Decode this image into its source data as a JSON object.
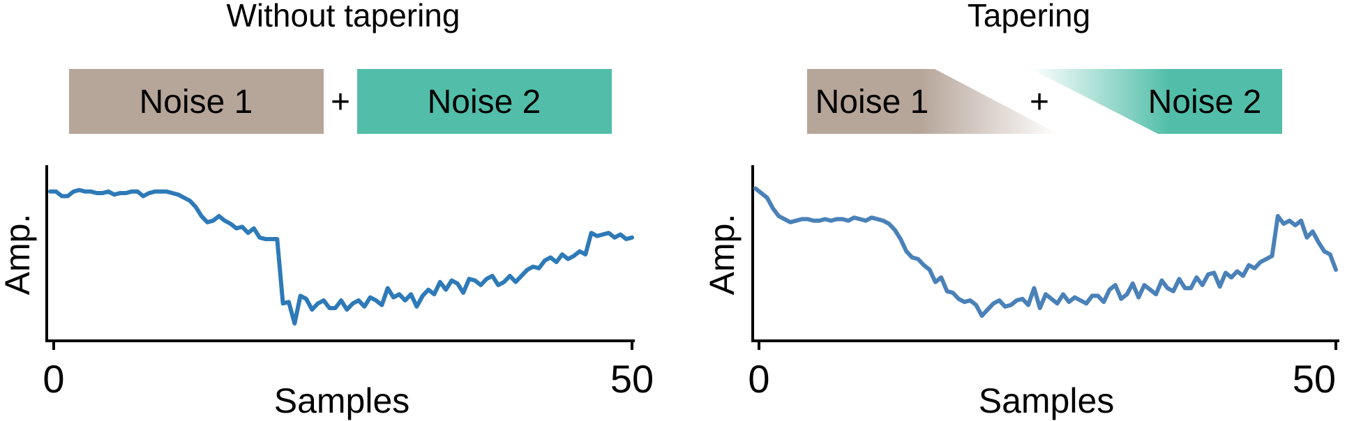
{
  "panels": [
    {
      "title": "Without tapering",
      "noise_1_label": "Noise 1",
      "plus_label": "+",
      "noise_2_label": "Noise 2",
      "noise_1_color": "#b6a599",
      "noise_2_color": "#52bea9",
      "tapered": false
    },
    {
      "title": "Tapering",
      "noise_1_label": "Noise 1",
      "plus_label": "+",
      "noise_2_label": "Noise 2",
      "noise_1_color": "#b6a599",
      "noise_2_color": "#52bea9",
      "tapered": true
    }
  ],
  "chart_data": [
    {
      "type": "line",
      "xlabel": "Samples",
      "ylabel": "Amp.",
      "xlim": [
        0,
        50
      ],
      "ylim": [
        0,
        1
      ],
      "xticks": [
        "0",
        "50"
      ],
      "line_color": "#2e7ab8",
      "x": [
        0,
        0.5,
        1,
        1.5,
        2,
        2.5,
        3,
        3.5,
        4,
        4.5,
        5,
        5.5,
        6,
        6.5,
        7,
        7.5,
        8,
        8.5,
        9,
        9.5,
        10,
        10.5,
        11,
        11.5,
        12,
        12.5,
        13,
        13.5,
        14,
        14.5,
        15,
        15.5,
        16,
        16.5,
        17,
        17.5,
        18,
        18.5,
        19,
        19.5,
        20,
        20.5,
        21,
        21.5,
        22,
        22.5,
        23,
        23.5,
        24,
        24.5,
        25,
        25.5,
        26,
        26.5,
        27,
        27.5,
        28,
        28.5,
        29,
        29.5,
        30,
        30.5,
        31,
        31.5,
        32,
        32.5,
        33,
        33.5,
        34,
        34.5,
        35,
        35.5,
        36,
        36.5,
        37,
        37.5,
        38,
        38.5,
        39,
        39.5,
        40,
        40.5,
        41,
        41.5,
        42,
        42.5,
        43,
        43.5,
        44,
        44.5,
        45,
        45.5,
        46,
        46.5,
        47,
        47.5,
        48,
        48.5,
        49,
        49.5,
        50
      ],
      "values": [
        0.91,
        0.91,
        0.88,
        0.88,
        0.91,
        0.92,
        0.91,
        0.91,
        0.9,
        0.9,
        0.91,
        0.89,
        0.9,
        0.9,
        0.91,
        0.91,
        0.88,
        0.9,
        0.91,
        0.91,
        0.91,
        0.9,
        0.89,
        0.87,
        0.85,
        0.81,
        0.75,
        0.71,
        0.72,
        0.75,
        0.72,
        0.7,
        0.67,
        0.68,
        0.64,
        0.67,
        0.61,
        0.6,
        0.6,
        0.6,
        0.18,
        0.19,
        0.05,
        0.23,
        0.21,
        0.14,
        0.18,
        0.2,
        0.15,
        0.15,
        0.2,
        0.14,
        0.18,
        0.2,
        0.16,
        0.22,
        0.2,
        0.17,
        0.28,
        0.22,
        0.24,
        0.2,
        0.24,
        0.16,
        0.23,
        0.27,
        0.24,
        0.32,
        0.27,
        0.33,
        0.31,
        0.25,
        0.34,
        0.33,
        0.3,
        0.34,
        0.36,
        0.3,
        0.32,
        0.36,
        0.32,
        0.36,
        0.4,
        0.42,
        0.41,
        0.46,
        0.48,
        0.45,
        0.5,
        0.47,
        0.49,
        0.52,
        0.5,
        0.64,
        0.62,
        0.63,
        0.64,
        0.61,
        0.63,
        0.6,
        0.61
      ]
    },
    {
      "type": "line",
      "xlabel": "Samples",
      "ylabel": "Amp.",
      "xlim": [
        0,
        50
      ],
      "ylim": [
        0,
        1
      ],
      "xticks": [
        "0",
        "50"
      ],
      "line_color": "#4a81b8",
      "x": [
        0,
        0.5,
        1,
        1.5,
        2,
        2.5,
        3,
        3.5,
        4,
        4.5,
        5,
        5.5,
        6,
        6.5,
        7,
        7.5,
        8,
        8.5,
        9,
        9.5,
        10,
        10.5,
        11,
        11.5,
        12,
        12.5,
        13,
        13.5,
        14,
        14.5,
        15,
        15.5,
        16,
        16.5,
        17,
        17.5,
        18,
        18.5,
        19,
        19.5,
        20,
        20.5,
        21,
        21.5,
        22,
        22.5,
        23,
        23.5,
        24,
        24.5,
        25,
        25.5,
        26,
        26.5,
        27,
        27.5,
        28,
        28.5,
        29,
        29.5,
        30,
        30.5,
        31,
        31.5,
        32,
        32.5,
        33,
        33.5,
        34,
        34.5,
        35,
        35.5,
        36,
        36.5,
        37,
        37.5,
        38,
        38.5,
        39,
        39.5,
        40,
        40.5,
        41,
        41.5,
        42,
        42.5,
        43,
        43.5,
        44,
        44.5,
        45,
        45.5,
        46,
        46.5,
        47,
        47.5,
        48,
        48.5,
        49,
        49.5,
        50
      ],
      "values": [
        0.93,
        0.9,
        0.87,
        0.8,
        0.75,
        0.73,
        0.71,
        0.72,
        0.73,
        0.73,
        0.72,
        0.72,
        0.73,
        0.72,
        0.73,
        0.73,
        0.72,
        0.74,
        0.73,
        0.72,
        0.74,
        0.73,
        0.72,
        0.7,
        0.66,
        0.6,
        0.52,
        0.48,
        0.47,
        0.43,
        0.4,
        0.32,
        0.35,
        0.26,
        0.25,
        0.21,
        0.19,
        0.2,
        0.17,
        0.1,
        0.14,
        0.18,
        0.2,
        0.16,
        0.17,
        0.2,
        0.21,
        0.17,
        0.28,
        0.15,
        0.24,
        0.21,
        0.18,
        0.24,
        0.19,
        0.22,
        0.2,
        0.18,
        0.23,
        0.23,
        0.19,
        0.27,
        0.3,
        0.21,
        0.24,
        0.31,
        0.22,
        0.3,
        0.27,
        0.24,
        0.33,
        0.28,
        0.26,
        0.34,
        0.28,
        0.28,
        0.35,
        0.3,
        0.37,
        0.38,
        0.29,
        0.38,
        0.35,
        0.39,
        0.36,
        0.43,
        0.41,
        0.45,
        0.47,
        0.49,
        0.75,
        0.7,
        0.72,
        0.69,
        0.72,
        0.61,
        0.65,
        0.58,
        0.52,
        0.5,
        0.4
      ]
    }
  ]
}
